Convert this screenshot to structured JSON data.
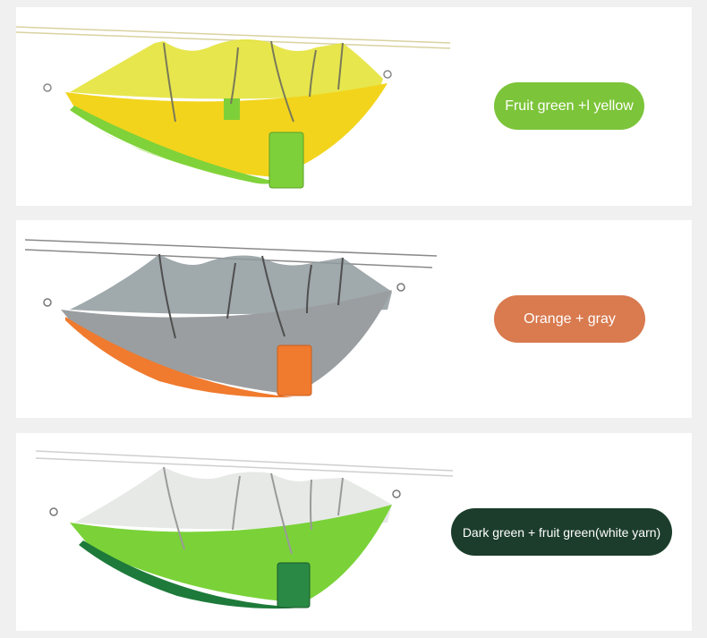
{
  "variants": [
    {
      "label": "Fruit green +l yellow",
      "pill_color": "#7cc439"
    },
    {
      "label": "Orange + gray",
      "pill_color": "#d97a4f"
    },
    {
      "label": "Dark green + fruit green(white yarn)",
      "pill_color": "#1c3d2c"
    }
  ],
  "palette": {
    "page_bg": "#f0f0f0",
    "card_bg": "#ffffff"
  }
}
